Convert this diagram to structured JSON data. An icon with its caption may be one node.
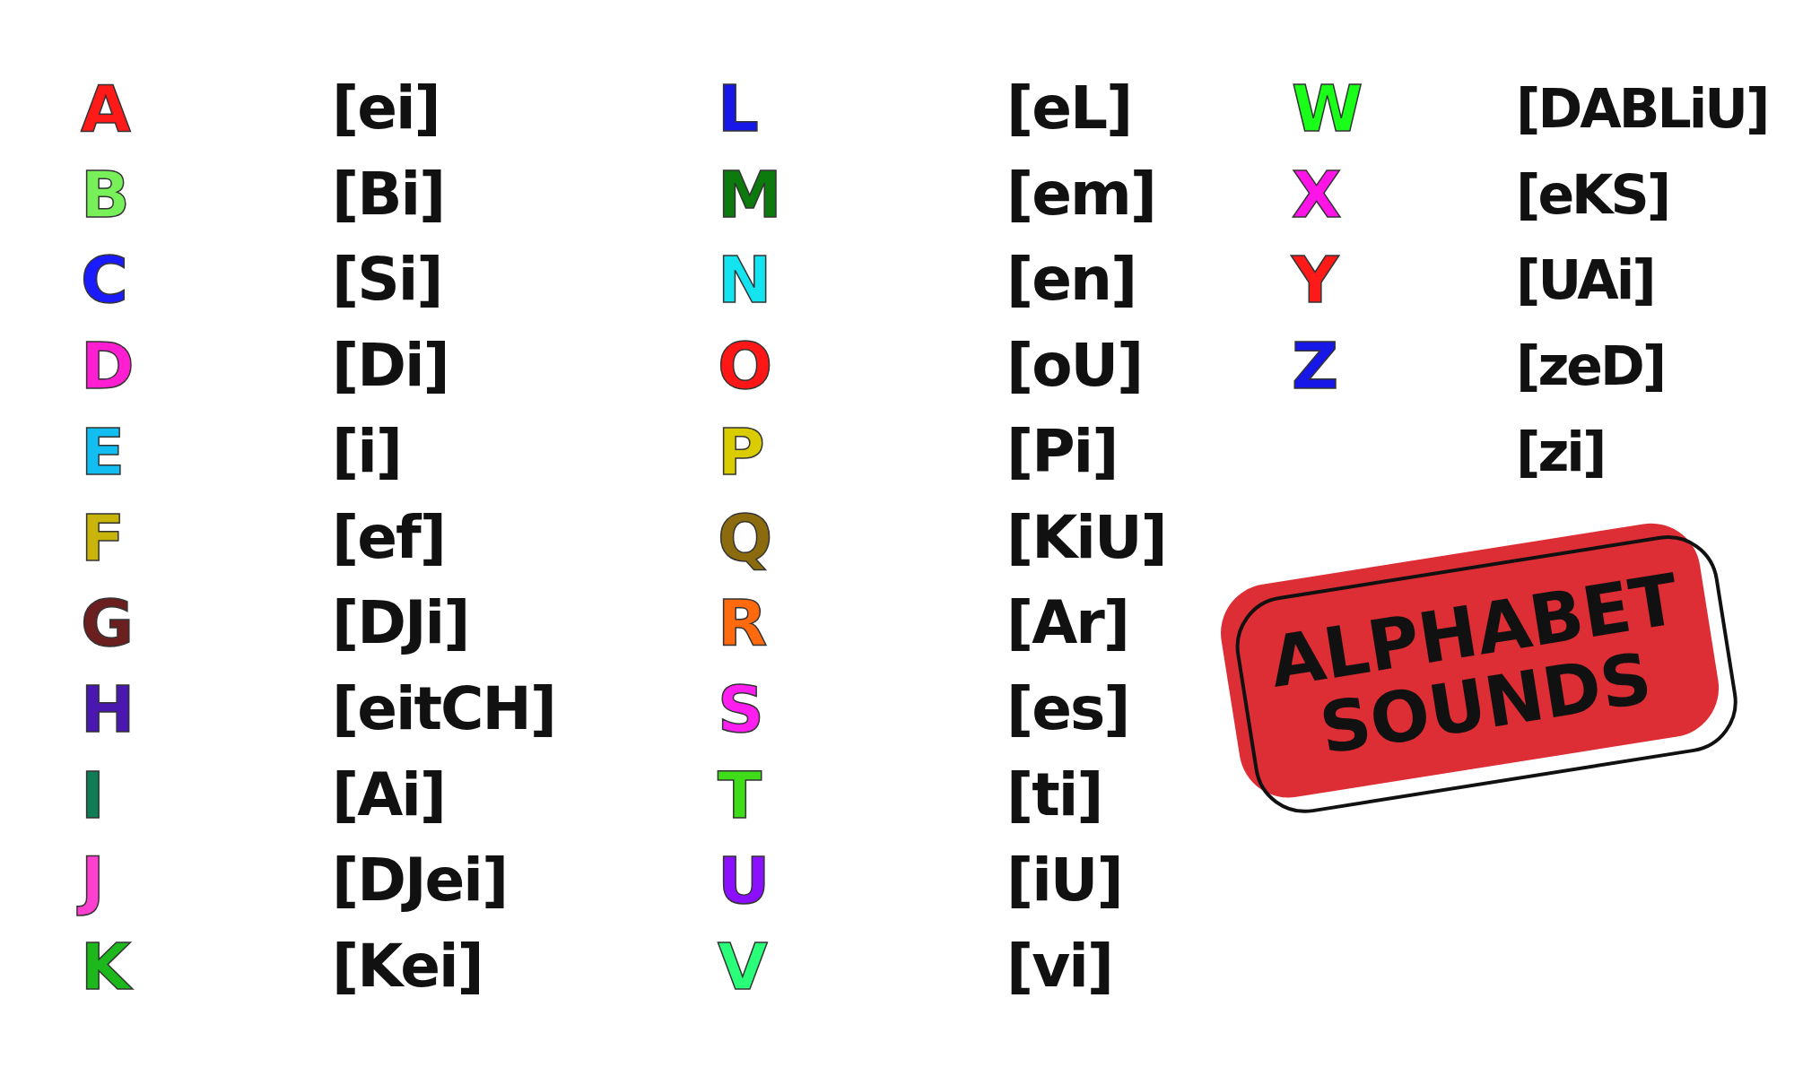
{
  "diagram": {
    "nodes": [
      {
        "text": [
          "ALPHABET SOUNDS"
        ]
      }
    ],
    "labels": [
      "A",
      "[ei]",
      "B",
      "[Bi]",
      "C",
      "[Si]",
      "D",
      "[Di]",
      "E",
      "[i]",
      "F",
      "[ef]",
      "G",
      "[DJi]",
      "H",
      "[eitCH]",
      "I",
      "[Ai]",
      "J",
      "[DJei]",
      "K",
      "[Kei]",
      "L",
      "[eL]",
      "M",
      "[em]",
      "N",
      "[en]",
      "O",
      "[oU]",
      "P",
      "[Pi]",
      "Q",
      "[KiU]",
      "R",
      "[Ar]",
      "S",
      "[es]",
      "T",
      "[ti]",
      "U",
      "[iU]",
      "V",
      "[vi]",
      "W",
      "[DABLiU]",
      "X",
      "[eKS]",
      "Y",
      "[UAi]",
      "Z",
      "[zeD]",
      "[zi]"
    ]
  }
}
